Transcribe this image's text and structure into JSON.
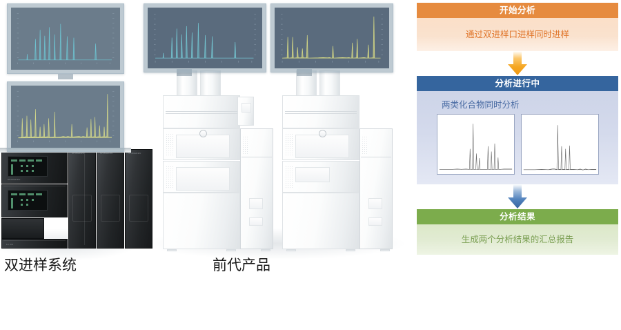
{
  "captions": {
    "left": "双进样系统",
    "middle": "前代产品"
  },
  "flowchart": {
    "steps": [
      {
        "id": "start",
        "header": "开始分析",
        "body": "通过双进样口进样同时进样",
        "header_color": "#e68b3f",
        "body_color": "#fbdfc8",
        "text_color": "#e0762b"
      },
      {
        "id": "running",
        "header": "分析进行中",
        "body": "两类化合物同时分析",
        "header_color": "#35659e",
        "body_color": "#cdd4e8",
        "text_color": "#3a5f99"
      },
      {
        "id": "result",
        "header": "分析结果",
        "body": "生成两个分析结果的汇总报告",
        "header_color": "#7cac4c",
        "body_color": "#dce8c8",
        "text_color": "#7a9f52"
      }
    ],
    "arrows": [
      {
        "id": "arrow-1",
        "color": "#f5a623",
        "direction": "down"
      },
      {
        "id": "arrow-2",
        "color": "#4a79b5",
        "direction": "down"
      }
    ]
  },
  "chart_data": [
    {
      "id": "monitor-left-top",
      "type": "line",
      "title": "chromatogram",
      "trace_color": "#5fc3d4",
      "xlabel": "",
      "ylabel": "",
      "x": [
        0,
        6,
        9,
        12,
        15,
        17,
        19,
        21,
        23,
        25,
        27,
        29,
        31,
        33,
        35,
        37,
        39,
        41,
        44,
        48,
        52,
        56,
        60,
        64,
        68,
        72,
        76,
        80,
        84,
        86,
        88,
        90,
        94,
        100
      ],
      "y": [
        4,
        4,
        4,
        4,
        4,
        4,
        28,
        5,
        62,
        6,
        50,
        6,
        70,
        6,
        56,
        6,
        78,
        6,
        48,
        6,
        45,
        6,
        6,
        6,
        6,
        6,
        6,
        6,
        6,
        30,
        6,
        6,
        5,
        5
      ],
      "ylim": [
        0,
        100
      ],
      "grid": false
    },
    {
      "id": "monitor-left-bottom",
      "type": "line",
      "title": "chromatogram",
      "trace_color": "#d2d77a",
      "xlabel": "",
      "ylabel": "",
      "x": [
        0,
        3,
        5,
        7,
        9,
        11,
        13,
        15,
        17,
        19,
        21,
        23,
        25,
        27,
        30,
        33,
        36,
        40,
        44,
        48,
        52,
        56,
        60,
        63,
        66,
        70,
        74,
        78,
        82,
        86,
        88,
        90,
        92,
        94,
        96,
        98,
        100
      ],
      "y": [
        6,
        6,
        46,
        8,
        52,
        8,
        44,
        62,
        10,
        30,
        10,
        40,
        10,
        56,
        10,
        8,
        8,
        8,
        38,
        8,
        8,
        8,
        8,
        28,
        8,
        8,
        42,
        10,
        52,
        10,
        30,
        10,
        8,
        92,
        10,
        6,
        6
      ],
      "ylim": [
        0,
        100
      ],
      "grid": false
    },
    {
      "id": "monitor-mid-left",
      "type": "line",
      "title": "chromatogram",
      "trace_color": "#6fc2cf",
      "xlabel": "",
      "ylabel": "",
      "x": [
        0,
        8,
        14,
        18,
        22,
        25,
        28,
        31,
        34,
        37,
        40,
        43,
        46,
        50,
        54,
        58,
        62,
        66,
        70,
        74,
        78,
        82,
        86,
        90,
        94,
        100
      ],
      "y": [
        8,
        8,
        8,
        48,
        8,
        62,
        52,
        8,
        70,
        8,
        58,
        8,
        70,
        8,
        50,
        8,
        46,
        8,
        8,
        8,
        8,
        8,
        30,
        8,
        8,
        8
      ],
      "ylim": [
        0,
        100
      ],
      "grid": false
    },
    {
      "id": "monitor-mid-right",
      "type": "line",
      "title": "chromatogram",
      "trace_color": "#d6d97d",
      "xlabel": "",
      "ylabel": "",
      "x": [
        0,
        5,
        9,
        12,
        15,
        18,
        21,
        24,
        27,
        30,
        34,
        38,
        42,
        46,
        50,
        54,
        58,
        62,
        66,
        70,
        74,
        78,
        82,
        86,
        90,
        93,
        96,
        100
      ],
      "y": [
        8,
        8,
        52,
        8,
        52,
        8,
        34,
        8,
        30,
        56,
        8,
        8,
        8,
        8,
        36,
        8,
        8,
        8,
        8,
        42,
        8,
        48,
        8,
        40,
        8,
        94,
        8,
        8
      ],
      "ylim": [
        0,
        100
      ],
      "grid": false
    },
    {
      "id": "flow-chromo-left",
      "type": "line",
      "title": "chromatogram",
      "trace_color": "#6b6b6b",
      "xlabel": "",
      "ylabel": "",
      "x": [
        0,
        10,
        20,
        28,
        34,
        38,
        41,
        44,
        46,
        48,
        50,
        53,
        56,
        60,
        64,
        68,
        71,
        74,
        77,
        80,
        83,
        86,
        89,
        92,
        96,
        100
      ],
      "y": [
        5,
        5,
        5,
        6,
        6,
        6,
        48,
        10,
        92,
        12,
        32,
        26,
        10,
        8,
        8,
        40,
        12,
        34,
        14,
        44,
        12,
        24,
        10,
        8,
        6,
        6
      ],
      "ylim": [
        0,
        100
      ],
      "grid": false
    },
    {
      "id": "flow-chromo-right",
      "type": "line",
      "title": "chromatogram",
      "trace_color": "#6b6b6b",
      "xlabel": "",
      "ylabel": "",
      "x": [
        0,
        8,
        16,
        24,
        32,
        38,
        42,
        46,
        50,
        53,
        56,
        59,
        62,
        65,
        68,
        71,
        74,
        78,
        82,
        86,
        90,
        94,
        97,
        100
      ],
      "y": [
        6,
        6,
        6,
        7,
        8,
        10,
        12,
        14,
        88,
        18,
        46,
        16,
        44,
        16,
        48,
        14,
        12,
        10,
        9,
        8,
        12,
        8,
        10,
        7
      ],
      "ylim": [
        0,
        100
      ],
      "grid": false
    }
  ]
}
